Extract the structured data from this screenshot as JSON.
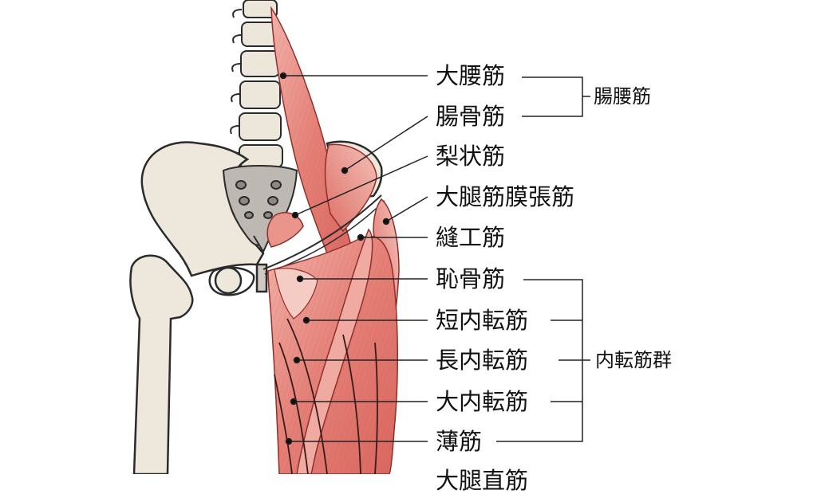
{
  "labels": {
    "psoas_major": "大腰筋",
    "iliacus": "腸骨筋",
    "piriformis": "梨状筋",
    "tensor_fasciae_latae": "大腿筋膜張筋",
    "sartorius": "縫工筋",
    "pectineus": "恥骨筋",
    "adductor_brevis": "短内転筋",
    "adductor_longus": "長内転筋",
    "adductor_magnus": "大内転筋",
    "gracilis": "薄筋",
    "cutoff": "大腿直筋"
  },
  "groups": {
    "iliopsoas": "腸腰筋",
    "adductors": "内転筋群"
  },
  "colors": {
    "bone": "#eee7dc",
    "bone_outline": "#2b2b2b",
    "muscle": "#e98c84",
    "muscle_dark": "#c8554f",
    "sacrum_shadow": "#b5b0ab",
    "leader": "#222222"
  }
}
